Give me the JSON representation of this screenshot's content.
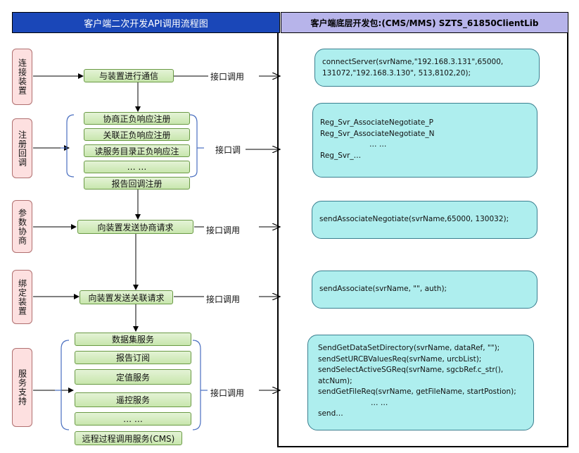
{
  "header": {
    "left_title": "客户端二次开发API调用流程图",
    "right_title": "客户端底层开发包:(CMS/MMS) SZTS_61850ClientLib"
  },
  "steps": [
    {
      "label": "连接装置"
    },
    {
      "label": "注册回调"
    },
    {
      "label": "参数协商"
    },
    {
      "label": "绑定装置"
    },
    {
      "label": "服务支持"
    }
  ],
  "process": {
    "connect": "与装置进行通信",
    "register": [
      "协商正负响应注册",
      "关联正负响应注册",
      "读服务目录正负响应注",
      "… …",
      "报告回调注册"
    ],
    "negotiate": "向装置发送协商请求",
    "associate": "向装置发送关联请求",
    "services": [
      "数据集服务",
      "报告订阅",
      "定值服务",
      "遥控服务",
      "… …",
      "远程过程调用服务(CMS)"
    ]
  },
  "interface_labels": [
    "接口调用",
    "接口调",
    "接口调用",
    "接口调用",
    "接口调用"
  ],
  "code": {
    "connect": [
      "connectServer(svrName,\"192.168.3.131\",65000,",
      "131072,\"192.168.3.130\", 513,8102,20);"
    ],
    "register": [
      "Reg_Svr_AssociateNegotiate_P",
      "Reg_Svr_AssociateNegotiate_N",
      "… …",
      "Reg_Svr_…"
    ],
    "negotiate": [
      "sendAssociateNegotiate(svrName,65000, 130032);"
    ],
    "associate": [
      "sendAssociate(svrName, \"\", auth);"
    ],
    "services": [
      "SendGetDataSetDirectory(svrName, dataRef, \"\");",
      "sendSetURCBValuesReq(svrName, urcbList);",
      "sendSelectActiveSGReq(svrName, sgcbRef.c_str(),",
      "atcNum);",
      "sendGetFileReq(svrName, getFileName, startPostion);",
      "… …",
      "send…"
    ]
  },
  "colors": {
    "header_left": "#1a47b8",
    "header_right": "#b7b4ea",
    "step_fill": "#fde0e0",
    "process_fill": "#c8e6ad",
    "code_fill": "#aeeeee",
    "bracket": "#4a6fc0"
  }
}
